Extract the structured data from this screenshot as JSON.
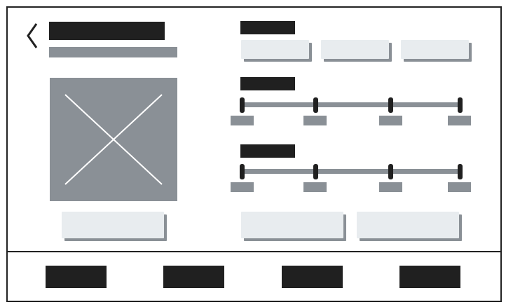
{
  "colors": {
    "ink": "#202020",
    "placeholder_gray": "#8a9096",
    "button_fill": "#e8ecef",
    "background": "#ffffff"
  },
  "icons": {
    "back": "chevron-left-icon",
    "image": "image-placeholder-icon"
  },
  "sliders": [
    {
      "stops": 4
    },
    {
      "stops": 4
    }
  ],
  "option_buttons": 3,
  "bottom_nav_items": 4
}
